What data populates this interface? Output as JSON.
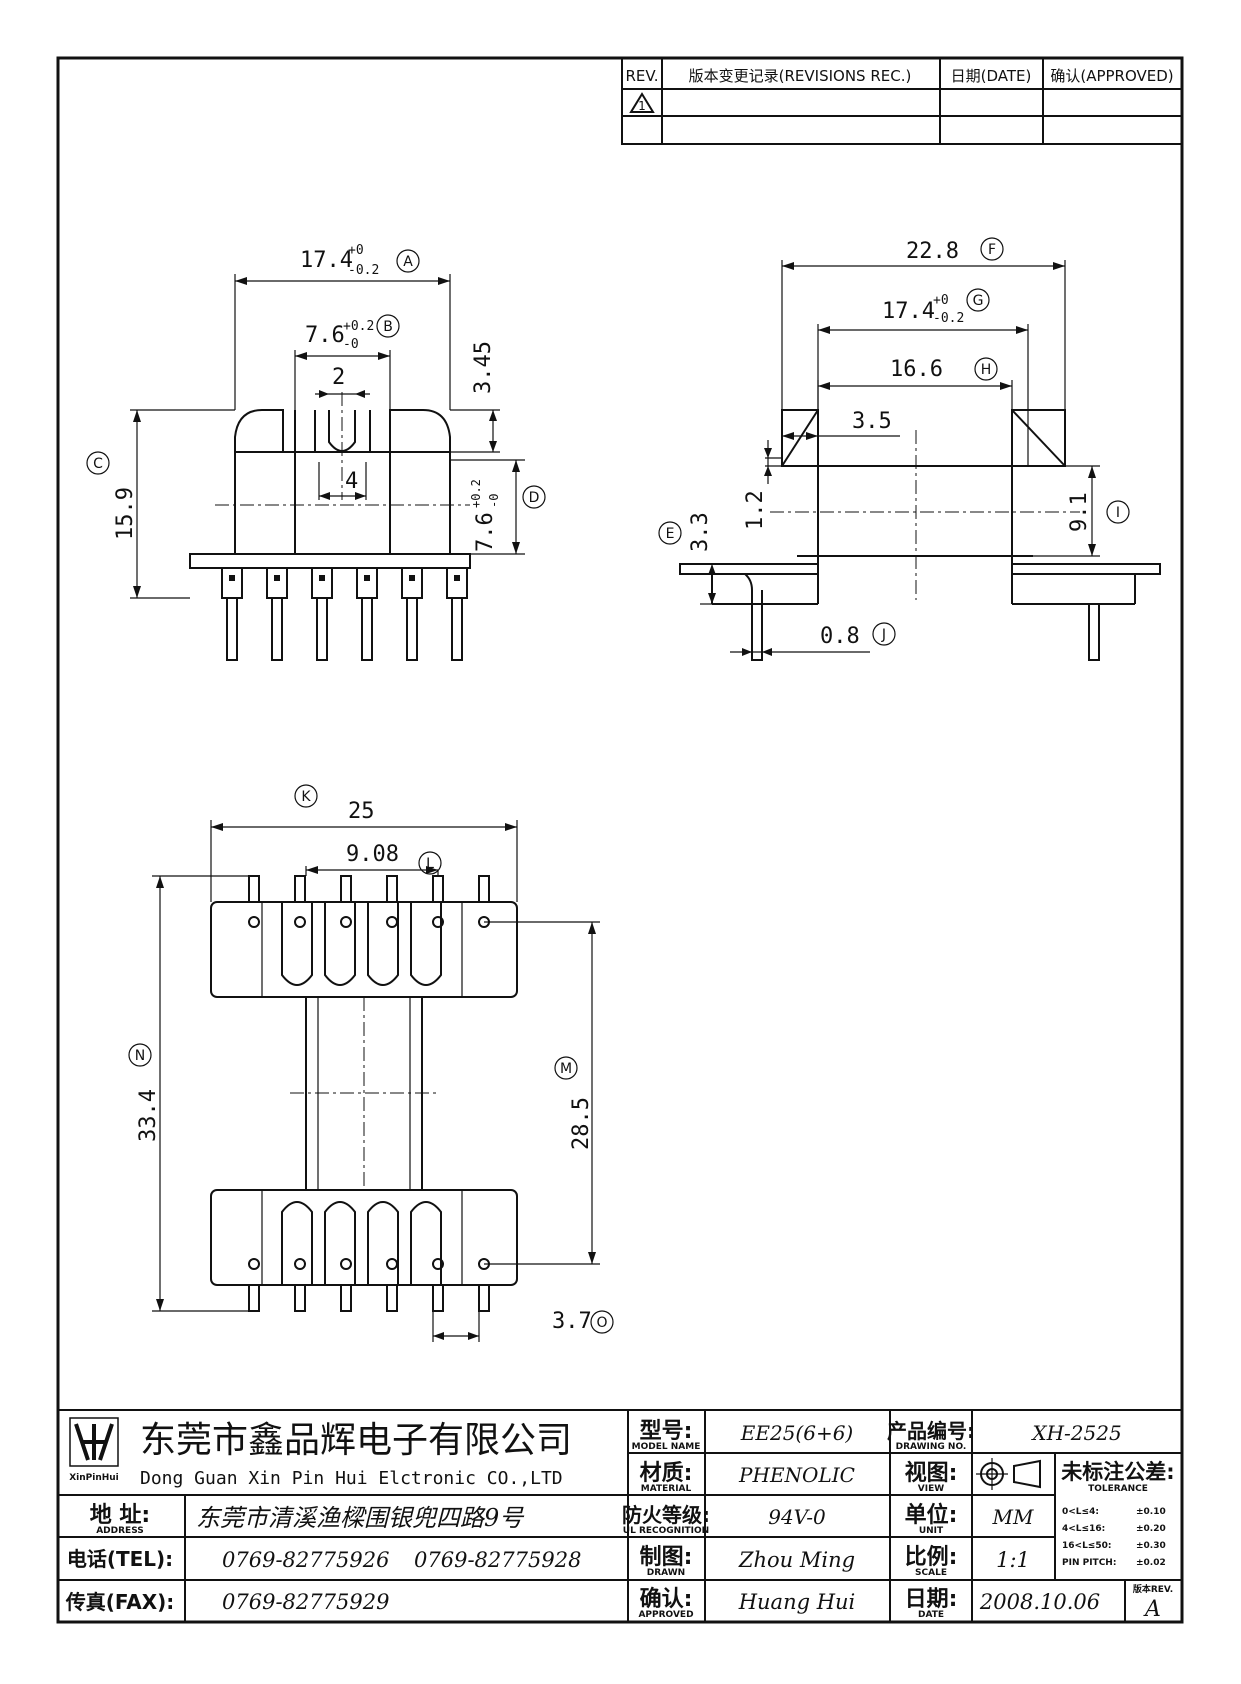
{
  "revision_block": {
    "headers": [
      "REV.",
      "版本变更记录(REVISIONS REC.)",
      "日期(DATE)",
      "确认(APPROVED)"
    ],
    "first_rev_mark": "1"
  },
  "top_view": {
    "dim_A": {
      "value": "17.4",
      "tol_upper": "+0",
      "tol_lower": "-0.2",
      "label": "A"
    },
    "dim_B": {
      "value": "7.6",
      "tol_upper": "+0.2",
      "tol_lower": "-0",
      "label": "B"
    },
    "dim_slot_top": "2",
    "dim_slot_bottom": "4",
    "dim_345": "3.45",
    "dim_C": {
      "value": "15.9",
      "label": "C"
    },
    "dim_D": {
      "value": "7.6",
      "tol_upper": "+0.2",
      "tol_lower": "-0",
      "label": "D"
    }
  },
  "side_view": {
    "dim_F": {
      "value": "22.8",
      "label": "F"
    },
    "dim_G": {
      "value": "17.4",
      "tol_upper": "+0",
      "tol_lower": "-0.2",
      "label": "G"
    },
    "dim_H": {
      "value": "16.6",
      "label": "H"
    },
    "dim_35": "3.5",
    "dim_12": "1.2",
    "dim_E": {
      "value": "3.3",
      "label": "E"
    },
    "dim_I": {
      "value": "9.1",
      "label": "I"
    },
    "dim_J": {
      "value": "0.8",
      "label": "J"
    }
  },
  "bottom_view": {
    "dim_K": {
      "value": "25",
      "label": "K"
    },
    "dim_L": {
      "value": "9.08",
      "label": "L"
    },
    "dim_N": {
      "value": "33.4",
      "label": "N"
    },
    "dim_M": {
      "value": "28.5",
      "label": "M"
    },
    "dim_O": {
      "value": "3.7",
      "label": "O"
    }
  },
  "title_block": {
    "company_cn": "东莞市鑫品辉电子有限公司",
    "company_en": "Dong Guan Xin Pin Hui Elctronic CO.,LTD",
    "logo_text": "XinPinHui",
    "address_label": "地 址:",
    "address_label_en": "ADDRESS",
    "address": "东莞市清溪渔樑围银兜四路9号",
    "tel_label": "电话(TEL):",
    "tel1": "0769-82775926",
    "tel2": "0769-82775928",
    "fax_label": "传真(FAX):",
    "fax": "0769-82775929",
    "model_label": "型号:",
    "model_label_en": "MODEL NAME",
    "model": "EE25(6+6)",
    "material_label": "材质:",
    "material_label_en": "MATERIAL",
    "material": "PHENOLIC",
    "flame_label": "防火等级:",
    "flame_label_en": "UL RECOGNITION",
    "flame": "94V-0",
    "drawn_label": "制图:",
    "drawn_label_en": "DRAWN",
    "drawn": "Zhou Ming",
    "approved_label": "确认:",
    "approved_label_en": "APPROVED",
    "approved": "Huang Hui",
    "drawing_no_label": "产品编号:",
    "drawing_no_label_en": "DRAWING NO.",
    "drawing_no": "XH-2525",
    "view_label": "视图:",
    "view_label_en": "VIEW",
    "unit_label": "单位:",
    "unit_label_en": "UNIT",
    "unit": "MM",
    "scale_label": "比例:",
    "scale_label_en": "SCALE",
    "scale": "1:1",
    "date_label": "日期:",
    "date_label_en": "DATE",
    "date": "2008.10.06",
    "tolerance_label": "未标注公差:",
    "tolerance_label_en": "TOLERANCE",
    "tolerances": [
      {
        "range": "0<L≤4:",
        "value": "±0.10"
      },
      {
        "range": "4<L≤16:",
        "value": "±0.20"
      },
      {
        "range": "16<L≤50:",
        "value": "±0.30"
      },
      {
        "range": "PIN PITCH:",
        "value": "±0.02"
      }
    ],
    "rev_label": "版本REV.",
    "rev": "A"
  }
}
